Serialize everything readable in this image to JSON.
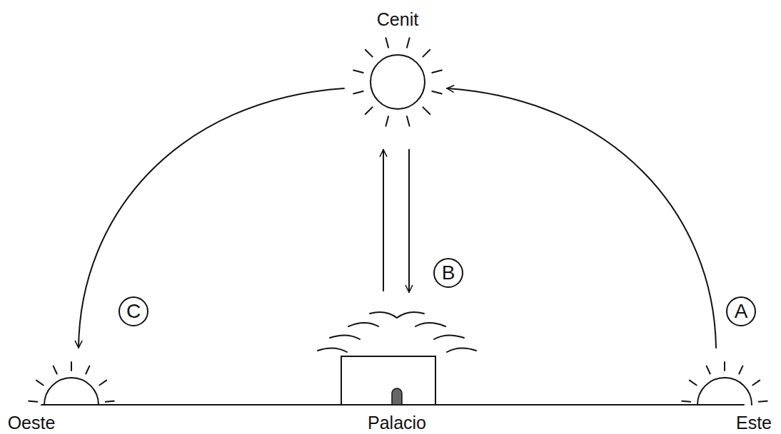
{
  "diagram": {
    "nodes": [
      {
        "text": [
          "B"
        ]
      },
      {
        "text": [
          "C"
        ]
      },
      {
        "text": [
          "A"
        ]
      }
    ],
    "labels": [
      "Cenit",
      "Oeste",
      "Palacio",
      "Este"
    ]
  }
}
